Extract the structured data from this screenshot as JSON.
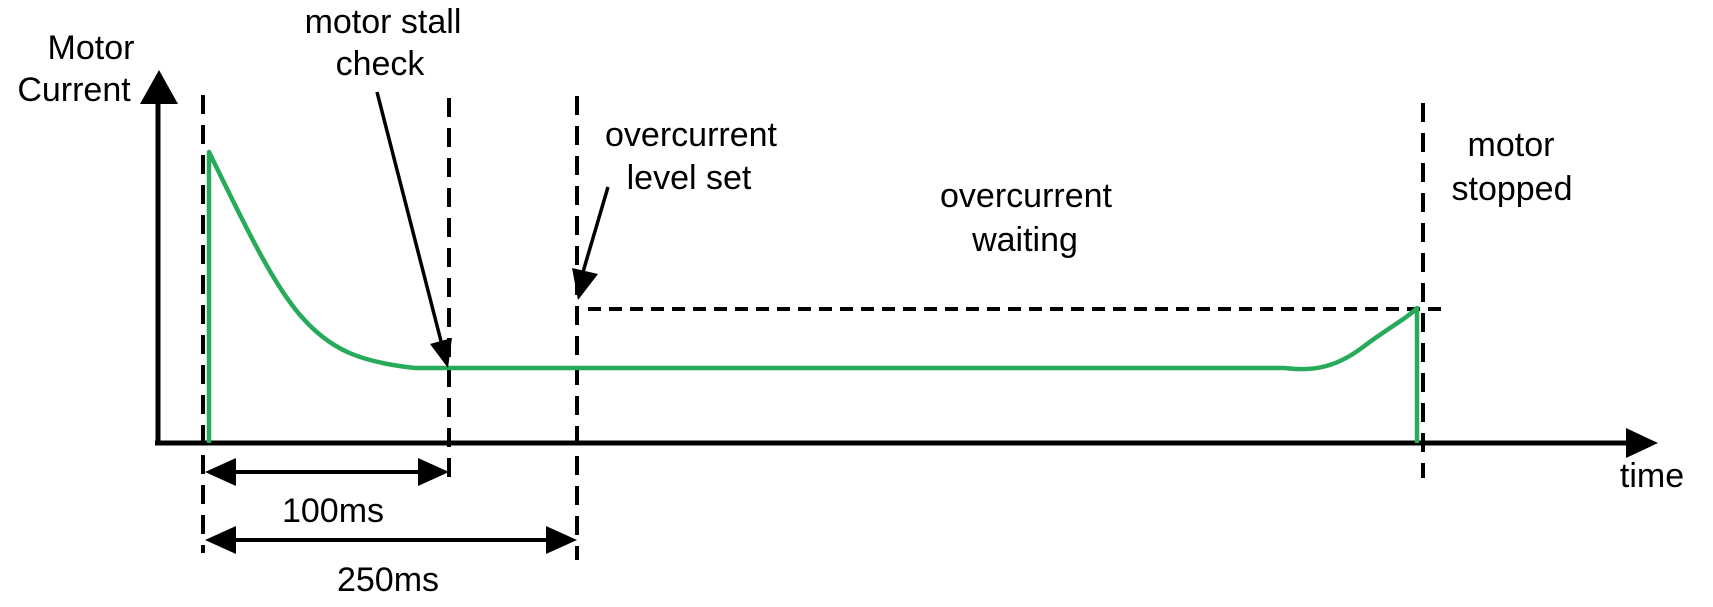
{
  "colors": {
    "curve_green": "#27aa5a",
    "ink_black": "#000000"
  },
  "axes": {
    "y_label_line1": "Motor",
    "y_label_line2": "Current",
    "x_label": "time"
  },
  "annotations": {
    "motor_stall_check": {
      "line1": "motor stall",
      "line2": "check"
    },
    "overcurrent_level_set": {
      "line1": "overcurrent",
      "line2": "level set"
    },
    "overcurrent_waiting": {
      "line1": "overcurrent",
      "line2": "waiting"
    },
    "motor_stopped": {
      "line1": "motor",
      "line2": "stopped"
    }
  },
  "intervals": {
    "stall_check_window": "100ms",
    "overcurrent_set_delay": "250ms"
  }
}
